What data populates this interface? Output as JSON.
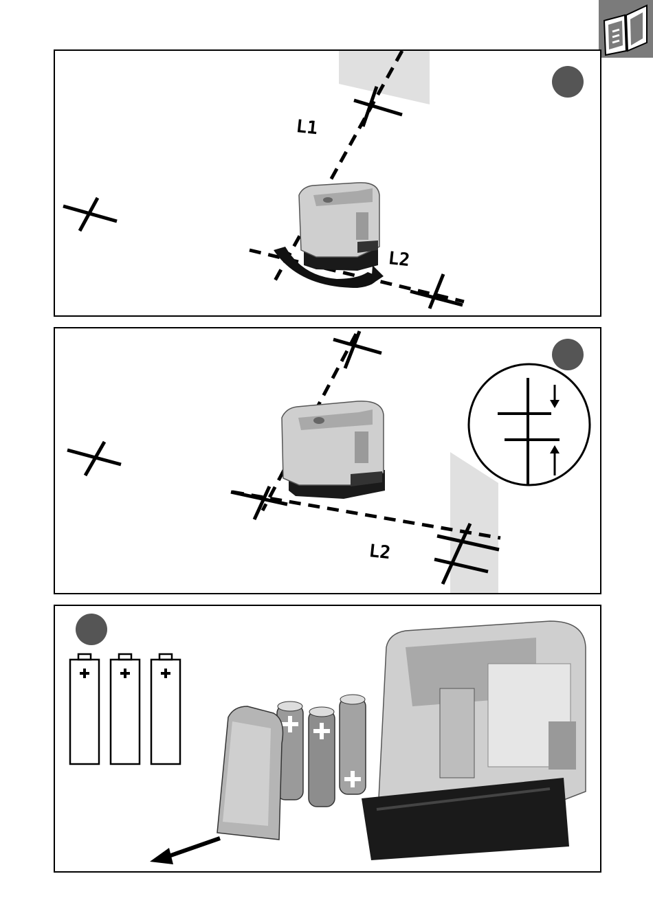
{
  "tab": {
    "icon": "book-pages-icon",
    "color": "#7b7b7b"
  },
  "figures": [
    {
      "lines": [
        {
          "text": "L1"
        },
        {
          "text": "L2"
        }
      ]
    },
    {
      "lines": [
        {
          "text": "L2"
        }
      ]
    },
    {
      "battery_count": 3
    }
  ],
  "colors": {
    "marker_dot": "#555555",
    "device_body": "#cfcfcf",
    "device_base": "#1a1a1a"
  }
}
